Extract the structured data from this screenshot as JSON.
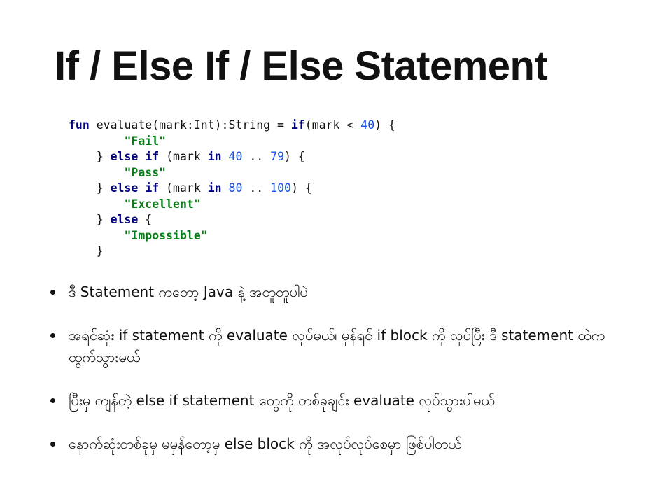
{
  "slide": {
    "title": "If / Else If / Else Statement",
    "code": {
      "line1": {
        "kw_fun": "fun",
        "sig": " evaluate(mark:Int):String = ",
        "kw_if": "if",
        "cond_open": "(mark < ",
        "num_40": "40",
        "close": ") {"
      },
      "line2": {
        "str": "\"Fail\""
      },
      "line3": {
        "brace": "} ",
        "kw_else": "else",
        "sp": " ",
        "kw_if": "if",
        "open": " (mark ",
        "kw_in": "in",
        "sp2": " ",
        "num_a": "40",
        "range": " .. ",
        "num_b": "79",
        "close": ") {"
      },
      "line4": {
        "str": "\"Pass\""
      },
      "line5": {
        "brace": "} ",
        "kw_else": "else",
        "sp": " ",
        "kw_if": "if",
        "open": " (mark ",
        "kw_in": "in",
        "sp2": " ",
        "num_a": "80",
        "range": " .. ",
        "num_b": "100",
        "close": ") {"
      },
      "line6": {
        "str": "\"Excellent\""
      },
      "line7": {
        "brace": "} ",
        "kw_else": "else",
        "close": " {"
      },
      "line8": {
        "str": "\"Impossible\""
      },
      "line9": {
        "brace": "}"
      }
    },
    "bullets": [
      "ဒီ Statement ကတော့ Java နဲ့ အတူတူပါပဲ",
      "အရင်ဆုံး if statement ကို evaluate လုပ်မယ်၊ မှန်ရင် if block ကို လုပ်ပြီး ဒီ statement ထဲက ထွက်သွားမယ်",
      "ပြီးမှ ကျန်တဲ့ else if statement တွေကို တစ်ခုချင်း evaluate လုပ်သွားပါမယ်",
      "နောက်ဆုံးတစ်ခုမှ မမှန်တော့မှ else block ကို အလုပ်လုပ်စေမှာ ဖြစ်ပါတယ်"
    ],
    "colors": {
      "keyword": "#000080",
      "number": "#1750eb",
      "string": "#067d17",
      "text": "#111111",
      "background": "#ffffff"
    }
  }
}
